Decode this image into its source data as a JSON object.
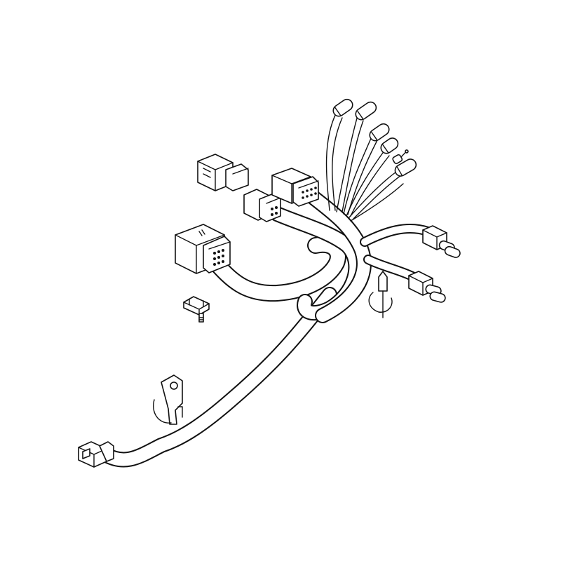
{
  "drawing": {
    "colors": {
      "line": "#111111",
      "fill": "#ffffff"
    },
    "components": [
      "large-rectangular-connector",
      "two-pin-connector-left",
      "round-multi-pin-connector",
      "flat-multi-pin-connector",
      "ring-terminal-leads",
      "pigtail-connector-upper",
      "pigtail-connector-lower",
      "push-pin-clip",
      "loose-terminal-clip",
      "mounting-bracket",
      "end-connector"
    ]
  }
}
